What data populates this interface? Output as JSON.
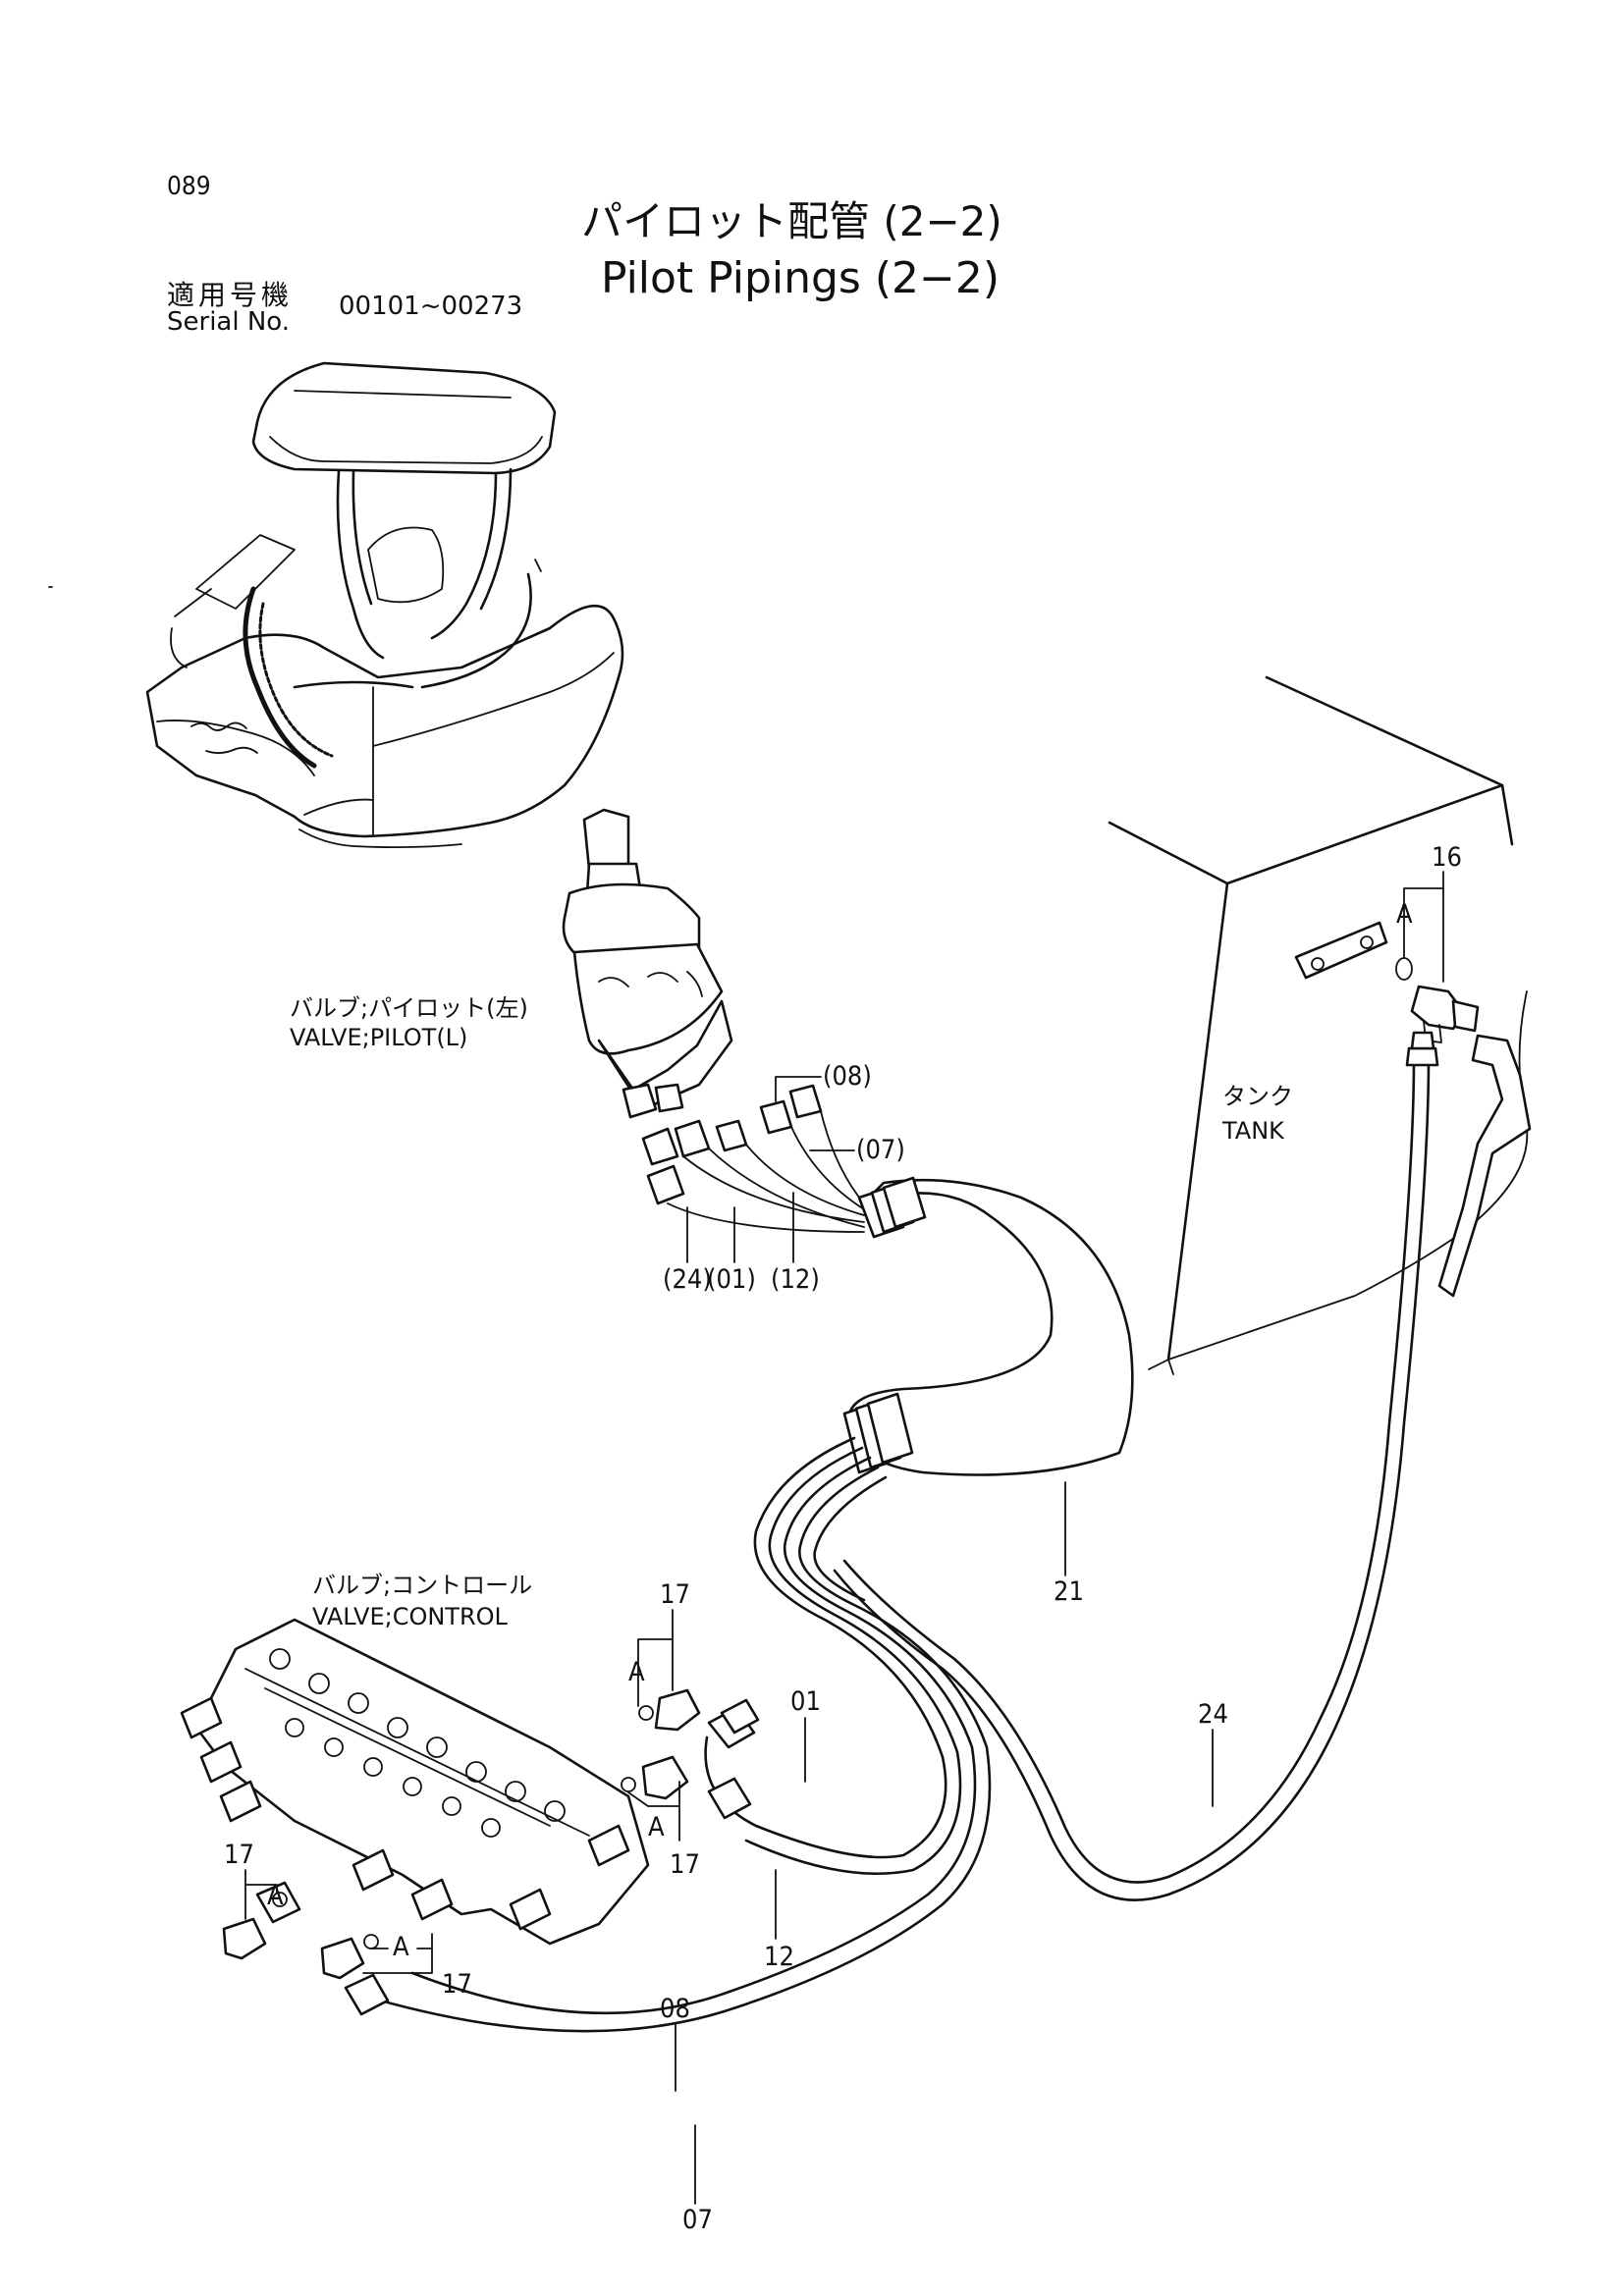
{
  "page": {
    "page_code": "089",
    "title_ja": "パイロット配管 (2−2)",
    "title_en": "Pilot Pipings (2−2)",
    "serial_label_ja": "適用号機",
    "serial_label_en": "Serial No.",
    "serial_range": "00101~00273"
  },
  "components": {
    "pilot_valve_ja": "バルブ;パイロット(左)",
    "pilot_valve_en": "VALVE;PILOT(L)",
    "control_valve_ja": "バルブ;コントロール",
    "control_valve_en": "VALVE;CONTROL",
    "tank_ja": "タンク",
    "tank_en": "TANK"
  },
  "callouts": {
    "p16": "16",
    "a_tank": "A",
    "p08_ref": "(08)",
    "p07_ref": "(07)",
    "p24_ref": "(24)",
    "p01_ref": "(01)",
    "p12_ref": "(12)",
    "p21": "21",
    "p17_top": "17",
    "a_top": "A",
    "p01": "01",
    "p24": "24",
    "p17_mid": "17",
    "a_mid": "A",
    "p12": "12",
    "p17_left": "17",
    "a_left": "A",
    "a_bottom": "A",
    "p17_bottom": "17",
    "p08": "08",
    "p07": "07"
  }
}
